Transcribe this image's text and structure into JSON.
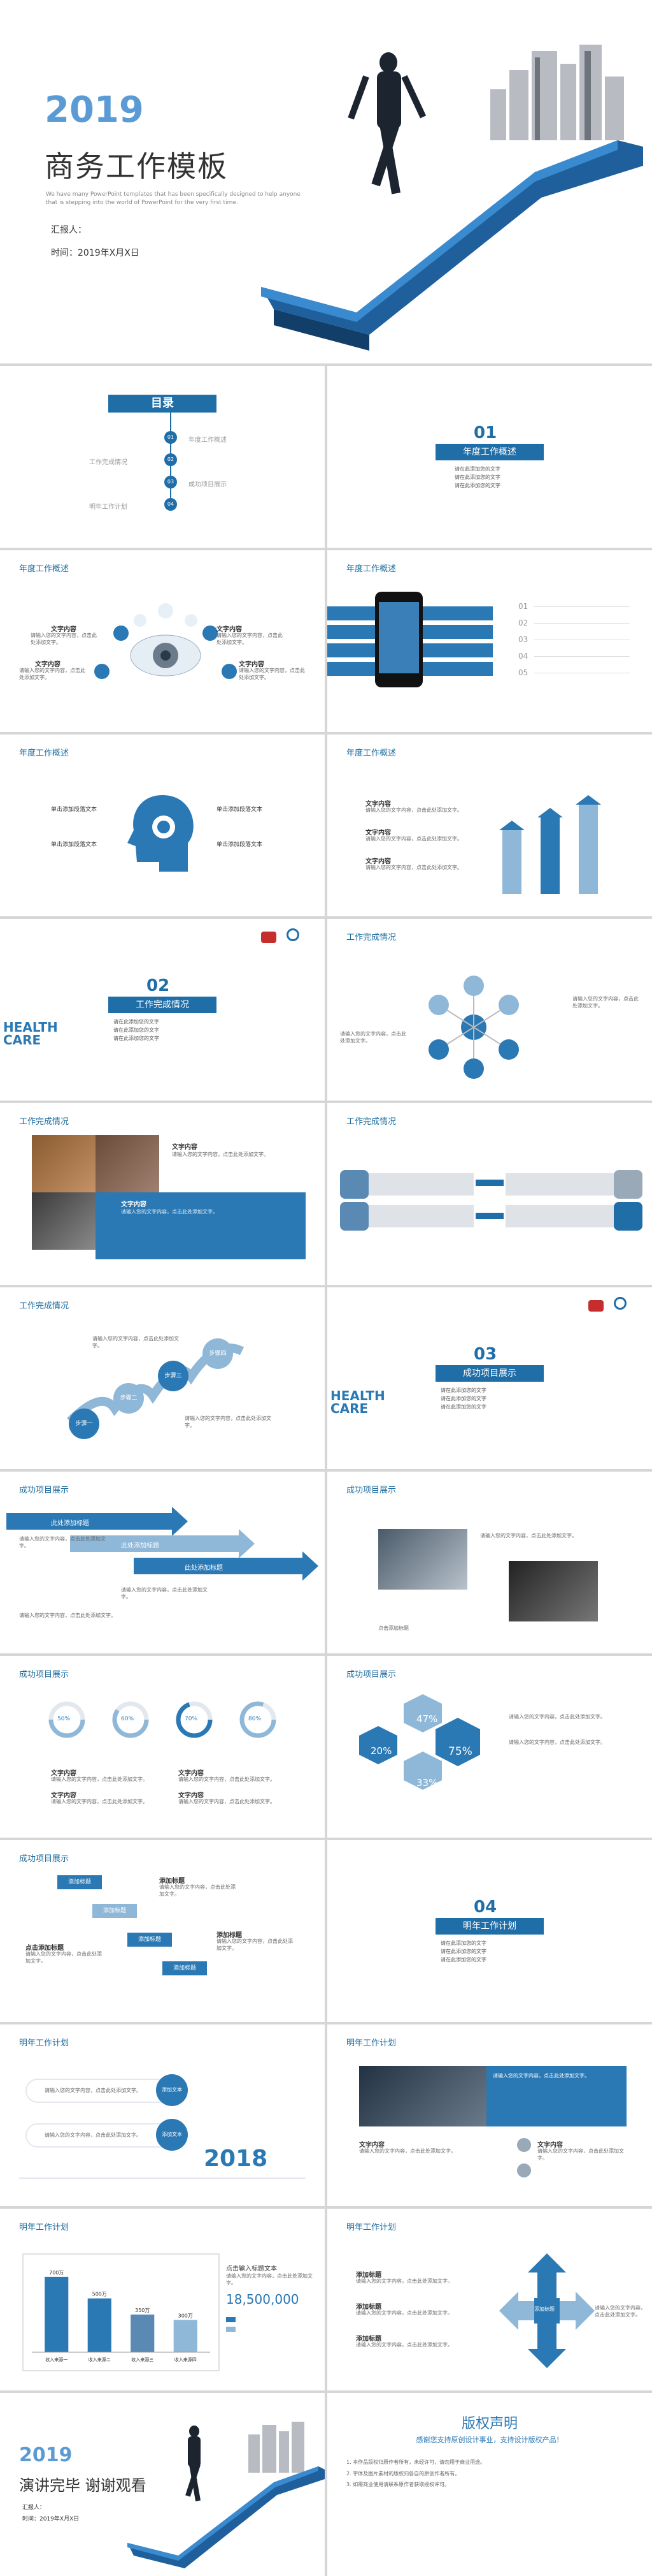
{
  "cover": {
    "year": "2019",
    "title": "商务工作模板",
    "desc_line1": "We have many PowerPoint templates that has been specifically designed to help anyone",
    "desc_line2": "that is stepping into the world of PowerPoint for the very first time.",
    "reporter": "汇报人：",
    "time": "时间：2019年X月X日"
  },
  "toc": {
    "title": "目录",
    "items": [
      {
        "num": "01",
        "label": "年度工作概述"
      },
      {
        "num": "02",
        "label": "工作完成情况"
      },
      {
        "num": "03",
        "label": "成功项目展示"
      },
      {
        "num": "04",
        "label": "明年工作计划"
      }
    ]
  },
  "sections": [
    {
      "num": "01",
      "title": "年度工作概述",
      "lines": [
        "请在此添加您的文字",
        "请在此添加您的文字",
        "请在此添加您的文字"
      ]
    },
    {
      "num": "02",
      "title": "工作完成情况",
      "lines": [
        "请在此添加您的文字",
        "请在此添加您的文字",
        "请在此添加您的文字"
      ]
    },
    {
      "num": "03",
      "title": "成功项目展示",
      "lines": [
        "请在此添加您的文字",
        "请在此添加您的文字",
        "请在此添加您的文字"
      ]
    },
    {
      "num": "04",
      "title": "明年工作计划",
      "lines": [
        "请在此添加您的文字",
        "请在此添加您的文字",
        "请在此添加您的文字"
      ]
    }
  ],
  "headers": {
    "s1": "年度工作概述",
    "s2": "工作完成情况",
    "s3": "成功项目展示",
    "s4": "明年工作计划"
  },
  "common": {
    "text_title": "文字内容",
    "text_body": "请输入您的文字内容，点击此处添加文字。",
    "add_title": "添加标题",
    "add_text": "单击添加段落文本",
    "click_add": "点击添加标题",
    "health": "HEALTH CARE"
  },
  "phone_list": [
    "01",
    "02",
    "03",
    "04",
    "05"
  ],
  "steps": [
    "步骤一",
    "步骤二",
    "步骤三",
    "步骤四"
  ],
  "arrows": [
    "此处添加标题",
    "此处添加标题",
    "此处添加标题"
  ],
  "stats_hex": [
    "47%",
    "20%",
    "75%",
    "33%"
  ],
  "donuts": [
    "50%",
    "60%",
    "70%",
    "80%"
  ],
  "plan_year": "2018",
  "plan_labels": [
    "添加文本",
    "添加文本"
  ],
  "chart_data": {
    "type": "bar",
    "categories": [
      "收入来源一",
      "收入来源二",
      "收入来源三",
      "收入来源四"
    ],
    "values": [
      700,
      500,
      350,
      300
    ],
    "value_labels": [
      "700万",
      "500万",
      "350万",
      "300万"
    ],
    "ylim": [
      0,
      800
    ]
  },
  "bar_side": {
    "label": "点击输入标题文本",
    "big": "18,500,000"
  },
  "flow_center": "添加标题",
  "ending": {
    "year": "2019",
    "title": "演讲完毕 谢谢观看",
    "reporter": "汇报人：",
    "time": "时间：2019年X月X日"
  },
  "copyright": {
    "title": "版权声明",
    "subtitle": "感谢您支持原创设计事业，支持设计版权产品！",
    "lines": [
      "1. 本作品版权归原作者所有，未经许可，请勿用于商业用途。",
      "2. 字体及图片素材的版权归各自的原创作者所有。",
      "3. 如需商业使用请联系原作者获取授权许可。"
    ]
  },
  "colors": {
    "primary": "#2a78b4",
    "dark": "#1a5a8a",
    "light": "#8fb7d8",
    "grey": "#9aa9b8"
  }
}
